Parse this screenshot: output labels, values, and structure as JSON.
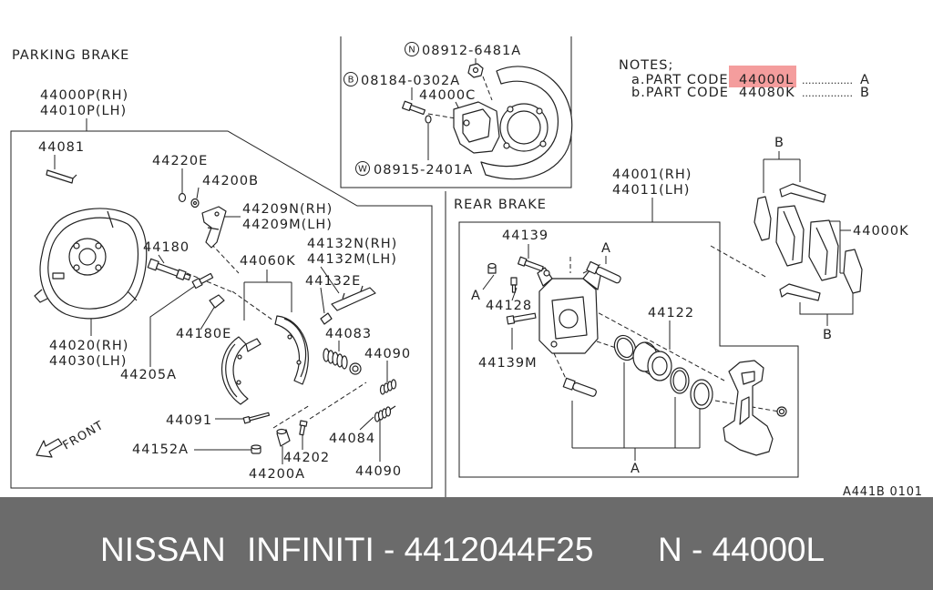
{
  "parking_brake": {
    "title": "PARKING BRAKE",
    "assembly": [
      "44000P(RH)",
      "44010P(LH)"
    ],
    "labels": [
      "44081",
      "44220E",
      "44200B",
      "44209N(RH)",
      "44209M(LH)",
      "44180",
      "44132N(RH)",
      "44132M(LH)",
      "44060K",
      "44132E",
      "44083",
      "44090",
      "44180E",
      "44020(RH)",
      "44030(LH)",
      "44205A",
      "44091",
      "44152A",
      "44202",
      "44084",
      "44200A",
      "44090"
    ],
    "front_arrow_label": "FRONT"
  },
  "hardware": {
    "items": [
      {
        "symbol": "N",
        "code": "08912-6481A"
      },
      {
        "symbol": "B",
        "code": "08184-0302A"
      },
      {
        "symbol": "W",
        "code": "08915-2401A"
      }
    ],
    "bracket_label": "44000C"
  },
  "notes": {
    "heading": "NOTES;",
    "rows": [
      {
        "prefix": "a.PART CODE",
        "code": "44000L",
        "leader": "................",
        "key": "A"
      },
      {
        "prefix": "b.PART CODE",
        "code": "44080K",
        "leader": "................",
        "key": "B"
      }
    ]
  },
  "rear_brake": {
    "title": "REAR BRAKE",
    "assembly": [
      "44001(RH)",
      "44011(LH)"
    ],
    "labels": [
      "44000K",
      "44139",
      "44128",
      "44122",
      "44139M"
    ],
    "kit_marks": [
      "B",
      "A",
      "A",
      "B",
      "A"
    ]
  },
  "drawing_code": "A441B 0101",
  "banner": {
    "make": "NISSAN",
    "part_number": "INFINITI - 4412044F25",
    "reference": "N - 44000L"
  },
  "colors": {
    "ink": "#222222",
    "highlight": "#f28c8c",
    "banner": "#6b6b6b",
    "banner_text": "#ffffff"
  }
}
